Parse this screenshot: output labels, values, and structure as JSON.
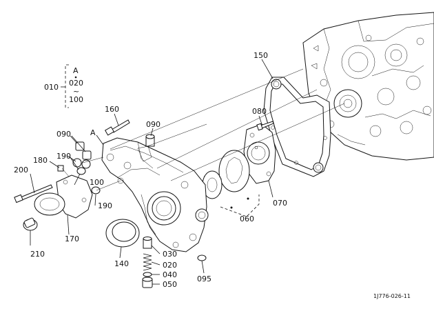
{
  "diagram": {
    "group_bracket": {
      "items": [
        "A",
        "020",
        "~",
        "100"
      ],
      "label": "010"
    },
    "ref_mark": "A",
    "labels": {
      "p150": "150",
      "p160": "160",
      "p090a": "090",
      "p090b": "090",
      "p080": "080",
      "p180": "180",
      "p190a": "190",
      "p190b": "190",
      "p200": "200",
      "p100": "100",
      "p070": "070",
      "p060": "060",
      "p170": "170",
      "p210": "210",
      "p140": "140",
      "p030": "030",
      "p020": "020",
      "p040": "040",
      "p050": "050",
      "p095": "095"
    },
    "figure_code": "1J776-026-11"
  }
}
